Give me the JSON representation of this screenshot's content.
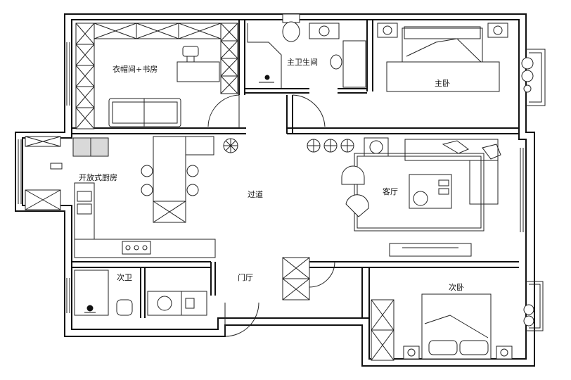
{
  "rooms": {
    "study": "衣帽间+书房",
    "master_bath": "主卫生间",
    "master_bedroom": "主卧",
    "kitchen": "开放式厨房",
    "corridor": "过道",
    "living_room": "客厅",
    "second_bath": "次卫",
    "foyer": "门厅",
    "second_bedroom": "次卧"
  }
}
